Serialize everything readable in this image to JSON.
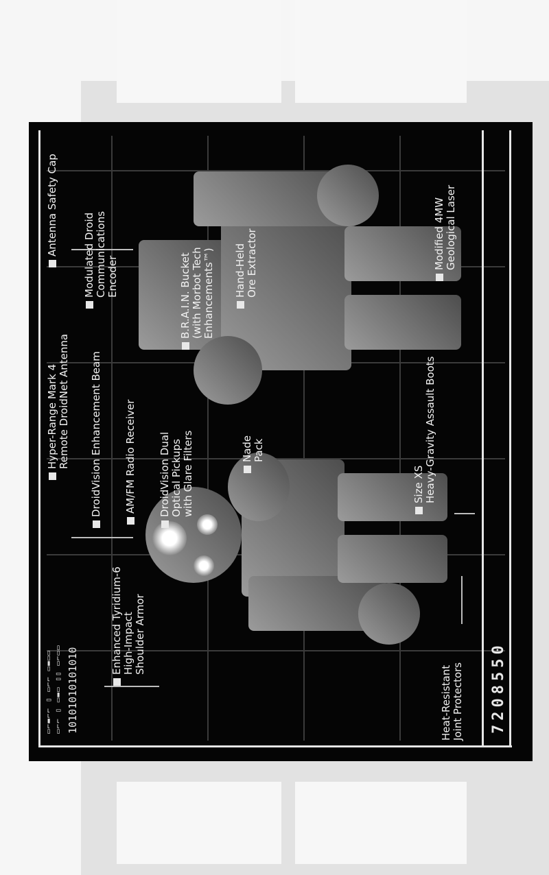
{
  "callouts": {
    "antenna_cap": "Antenna Safety Cap",
    "comm_encoder": [
      "Modulated Droid",
      "Communications",
      "Encoder"
    ],
    "brain_bucket": [
      "B.R.A.I.N. Bucket",
      "(with Morbot Tech",
      "Enhancements™)"
    ],
    "ore_extractor": [
      "Hand-Held",
      "Ore Extractor"
    ],
    "geo_laser": [
      "Modified 4MW",
      "Geological Laser"
    ],
    "hyper_antenna": [
      "Hyper-Range Mark 4",
      "Remote DroidNet Antenna"
    ],
    "enhancement_beam": "DroidVision Enhancement Beam",
    "radio_receiver": "AM/FM Radio Receiver",
    "optical_pickups": [
      "DroidVision Dual",
      "Optical Pickups",
      "with Glare Filters"
    ],
    "nade_pack": [
      "Nade",
      "Pack"
    ],
    "boots": [
      "Size XS",
      "Heavy-Gravity Assault Boots"
    ],
    "shoulder_armor": [
      "Enhanced Tyridium-6",
      "High-Impact",
      "Shoulder Armor"
    ],
    "joint_protectors": [
      "Heat-Resistant",
      "Joint Protectors"
    ]
  },
  "header": {
    "binary": "10101010101010"
  },
  "digits": "7208550",
  "icons": [
    "robot-illustration-icon"
  ]
}
